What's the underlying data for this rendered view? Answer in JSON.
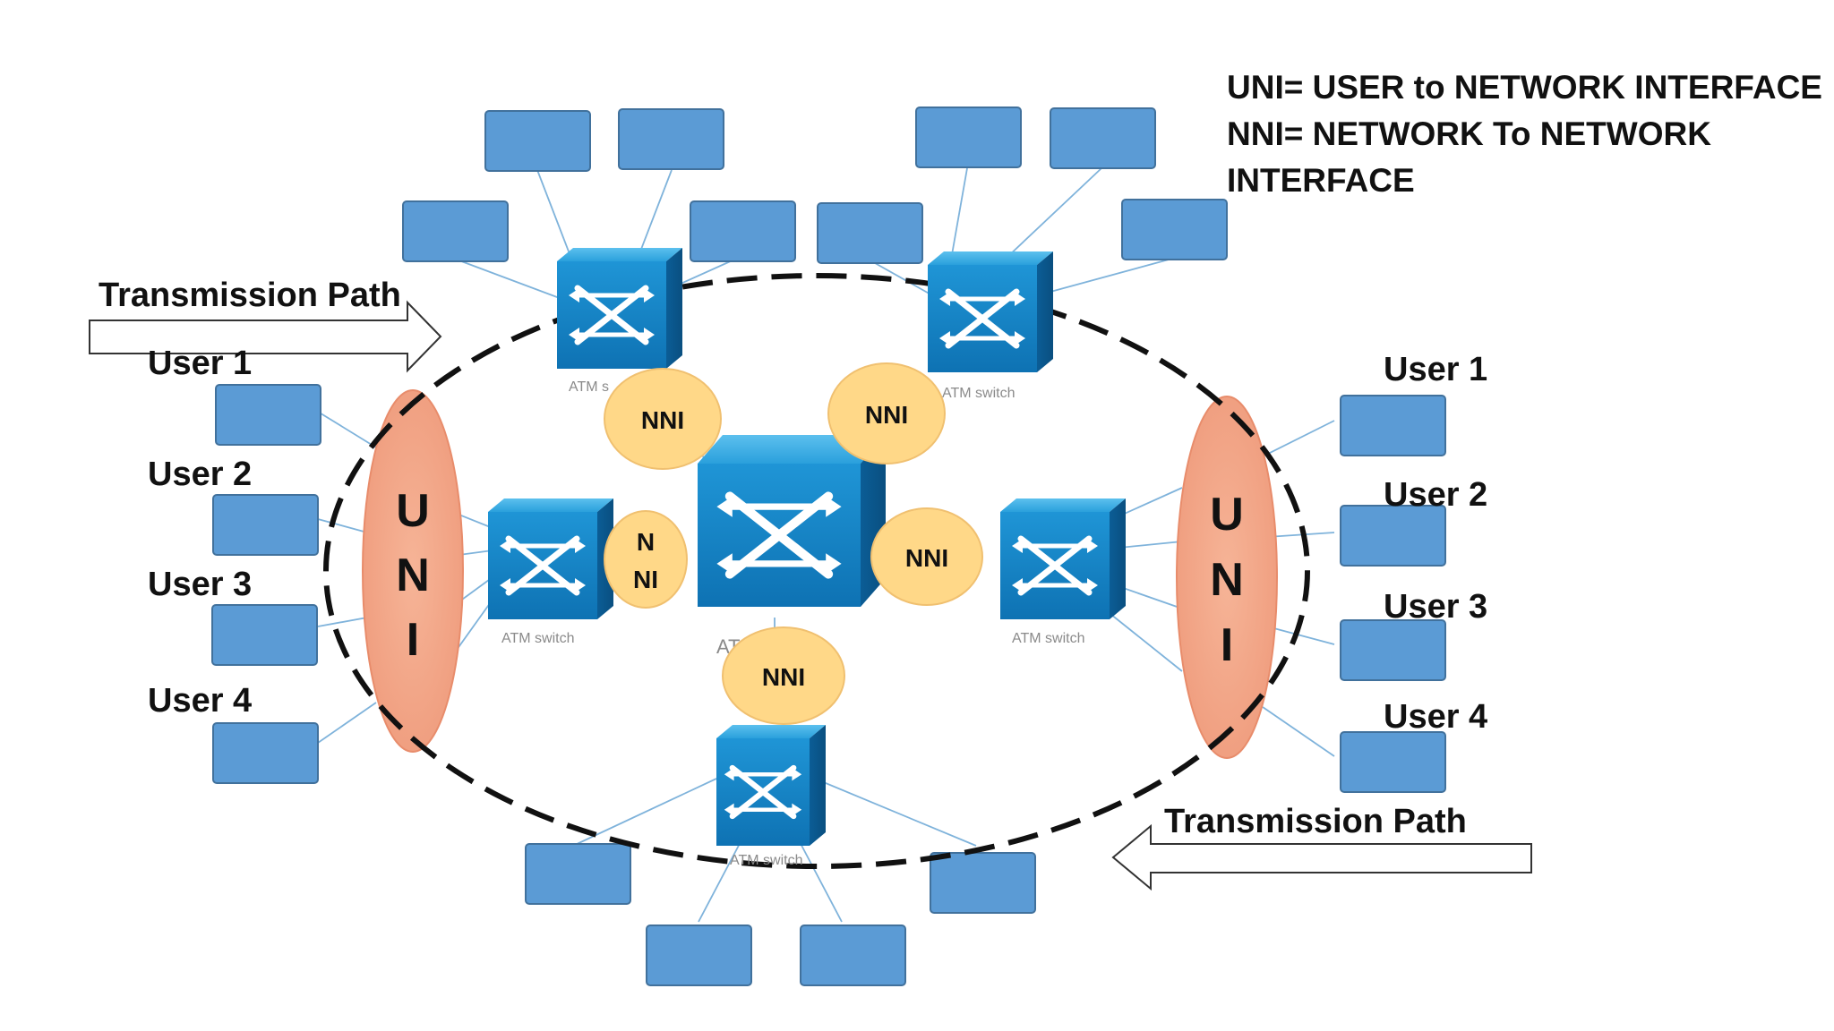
{
  "legend": {
    "line1": "UNI= USER to NETWORK INTERFACE",
    "line2": "NNI= NETWORK To NETWORK",
    "line3": "INTERFACE"
  },
  "transmission_path_top": "Transmission Path",
  "transmission_path_bottom": "Transmission Path",
  "left_users": [
    "User 1",
    "User 2",
    "User 3",
    "User 4"
  ],
  "right_users": [
    "User 1",
    "User 2",
    "User 3",
    "User 4"
  ],
  "uni_left": [
    "U",
    "N",
    "I"
  ],
  "uni_right": [
    "U",
    "N",
    "I"
  ],
  "nni_labels": {
    "top_left": "NNI",
    "top_right": "NNI",
    "mid_left_line1": "N",
    "mid_left_line2": "NI",
    "mid_right": "NNI",
    "bottom": "NNI"
  },
  "switch_labels": {
    "top_left": "ATM s",
    "top_right": "ATM switch",
    "mid_left": "ATM switch",
    "center": "AT",
    "mid_right": "ATM switch",
    "bottom": "ATM switch"
  },
  "colors": {
    "terminal_fill": "#5b9bd5",
    "terminal_stroke": "#41719c",
    "switch_front": "#1a86c8",
    "nni_fill": "#ffd888",
    "uni_fill": "#f4a98a",
    "link": "#7fb3db"
  }
}
